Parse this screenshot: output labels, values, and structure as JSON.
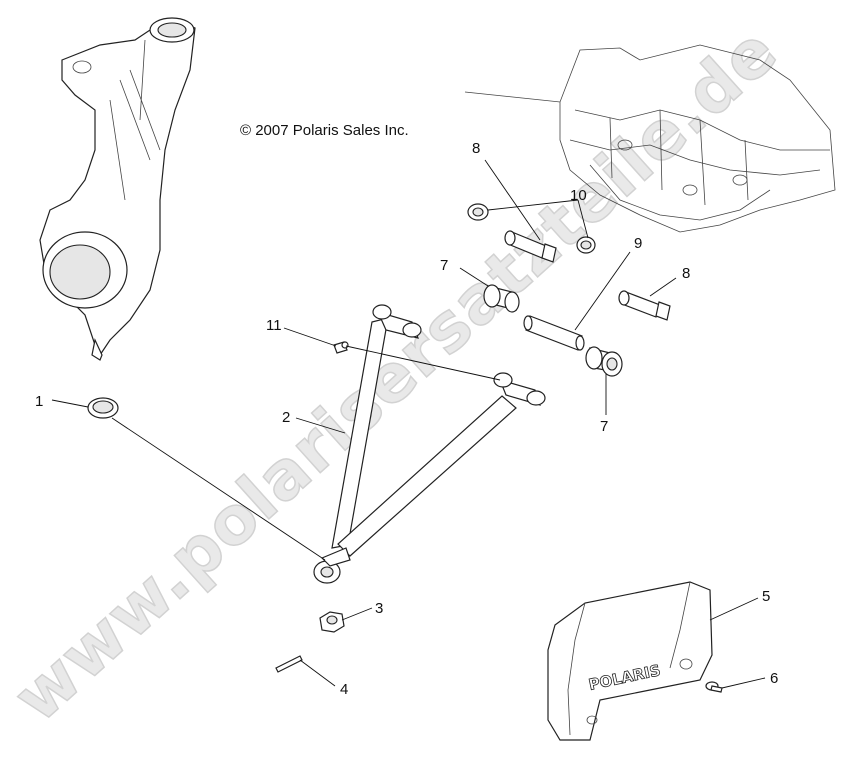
{
  "copyright": "© 2007 Polaris Sales Inc.",
  "watermark": "www.polarisersatzteile.de",
  "cover_logo": "POLARIS",
  "callouts": {
    "c1": "1",
    "c2": "2",
    "c3": "3",
    "c4": "4",
    "c5": "5",
    "c6": "6",
    "c7a": "7",
    "c7b": "7",
    "c8a": "8",
    "c8b": "8",
    "c9": "9",
    "c10": "10",
    "c11": "11"
  }
}
